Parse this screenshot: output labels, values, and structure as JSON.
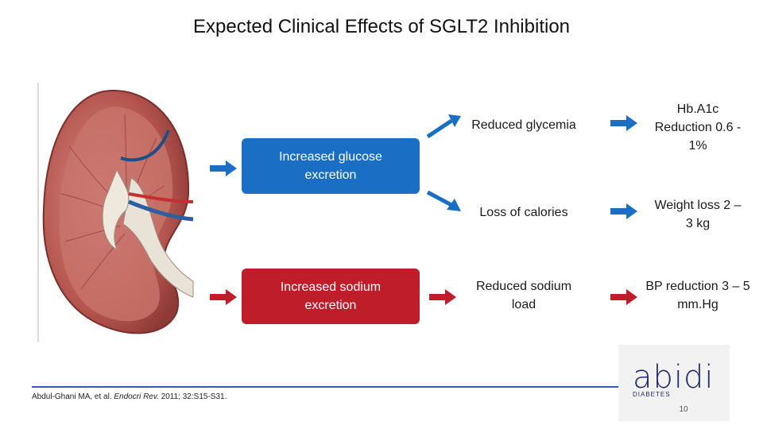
{
  "slide": {
    "title": "Expected Clinical Effects of SGLT2 Inhibition",
    "boxes": {
      "glucose": "Increased glucose excretion",
      "sodium": "Increased  sodium excretion"
    },
    "effects": {
      "glycemia": "Reduced glycemia",
      "calories": "Loss of calories",
      "sodium_load": "Reduced sodium load"
    },
    "outcomes": {
      "hba1c": "Hb.A1c Reduction 0.6 - 1%",
      "weight": "Weight loss 2 – 3 kg",
      "bp": "BP reduction 3 – 5 mm.Hg"
    },
    "citation": {
      "authors": "Abdul-Ghani MA, et al.",
      "journal": "Endocri Rev.",
      "details": "2011; 32:S15-S31."
    },
    "logo": {
      "word": "abidi",
      "sub": "DIABETES"
    },
    "page_number": "10"
  },
  "colors": {
    "blue": "#1a6fc4",
    "red": "#bf1d2a",
    "rule": "#2a5fa8",
    "logo": "#1f2a6b"
  }
}
